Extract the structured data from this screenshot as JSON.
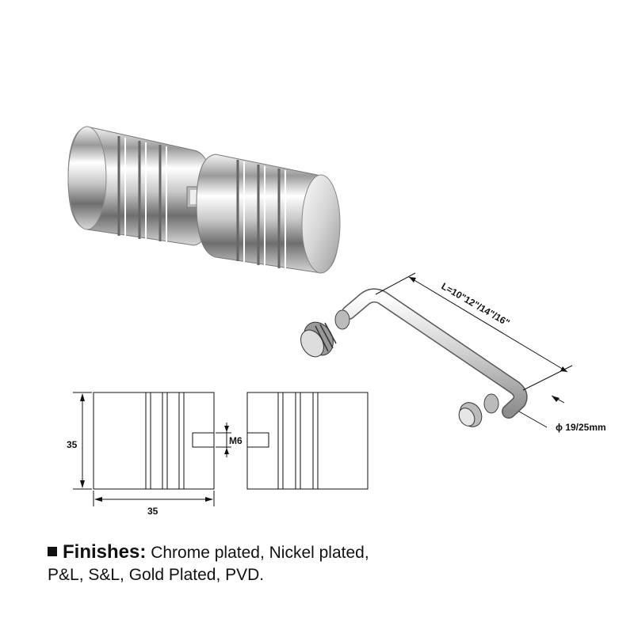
{
  "dimensions": {
    "height_label": "35",
    "width_label": "35",
    "thread_label": "M6",
    "length_label": "L=10\"12\"/14\"/16\"",
    "diameter_label": "ϕ 19/25mm"
  },
  "finishes": {
    "label": "Finishes:",
    "line1": "Chrome plated, Nickel plated,",
    "line2": "P&L, S&L, Gold Plated, PVD."
  },
  "icons": {
    "bullet": "square-bullet-icon"
  }
}
